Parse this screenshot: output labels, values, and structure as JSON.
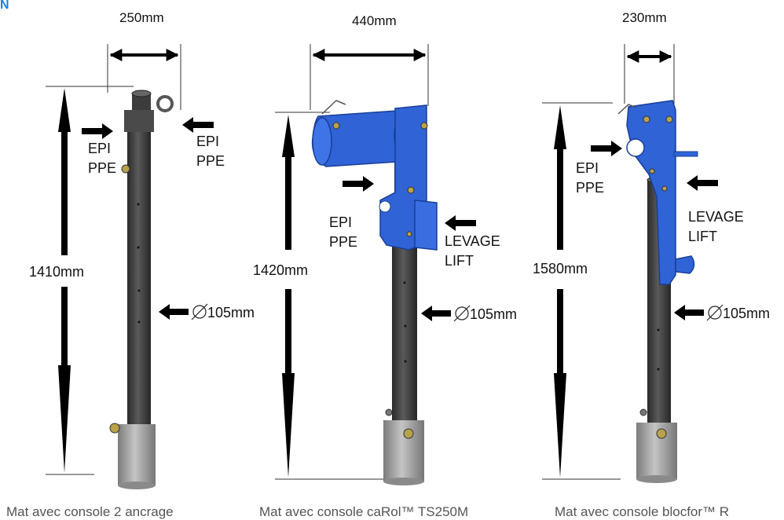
{
  "corner_mark": "N",
  "colors": {
    "pole": "#3b3b3b",
    "pole_base": "#9a9a9a",
    "console": "#2f63d6",
    "arrow": "#000000",
    "caption": "#555555",
    "corner": "#1a7fd4"
  },
  "masts": [
    {
      "width_label": "250mm",
      "height_label": "1410mm",
      "diameter_label": "105mm",
      "callouts": [
        {
          "line1": "EPI",
          "line2": "PPE"
        },
        {
          "line1": "EPI",
          "line2": "PPE"
        }
      ],
      "caption": "Mat avec console 2 ancrage"
    },
    {
      "width_label": "440mm",
      "height_label": "1420mm",
      "diameter_label": "105mm",
      "callouts": [
        {
          "line1": "EPI",
          "line2": "PPE"
        },
        {
          "line1": "LEVAGE",
          "line2": "LIFT"
        }
      ],
      "caption": "Mat avec console caRol™ TS250M"
    },
    {
      "width_label": "230mm",
      "height_label": "1580mm",
      "diameter_label": "105mm",
      "callouts": [
        {
          "line1": "EPI",
          "line2": "PPE"
        },
        {
          "line1": "LEVAGE",
          "line2": "LIFT"
        }
      ],
      "caption": "Mat avec console blocfor™ R"
    }
  ]
}
